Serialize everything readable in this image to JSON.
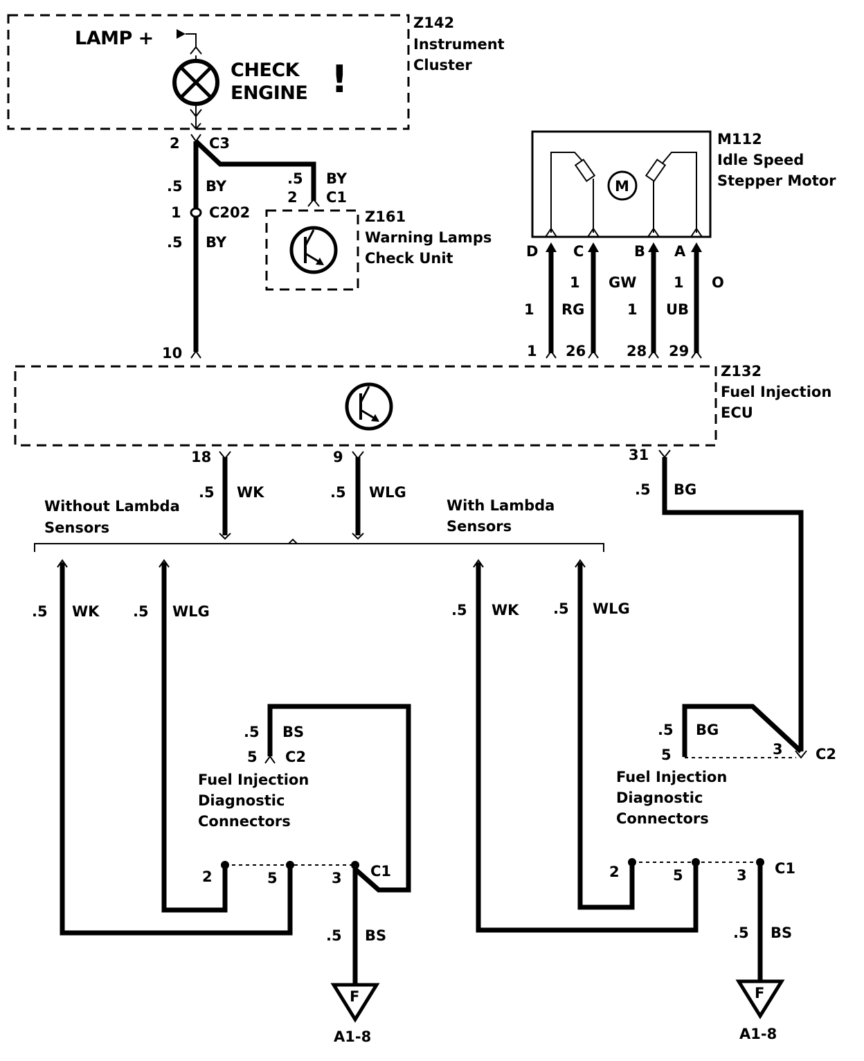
{
  "instrument_cluster": {
    "code": "Z142",
    "name_line1": "Instrument",
    "name_line2": "Cluster",
    "lamp_label": "LAMP +",
    "check_line1": "CHECK",
    "check_line2": "ENGINE",
    "warning_mark": "!",
    "connector": "C3",
    "pin": "2"
  },
  "splice_wire": {
    "gauge_top": ".5",
    "color_top": "BY",
    "pin": "1",
    "connector": "C202",
    "gauge_bottom": ".5",
    "color_bottom": "BY"
  },
  "warning_lamps_unit": {
    "code": "Z161",
    "name_line1": "Warning Lamps",
    "name_line2": "Check Unit",
    "gauge": ".5",
    "color": "BY",
    "pin": "2",
    "connector": "C1"
  },
  "stepper_motor": {
    "code": "M112",
    "name_line1": "Idle Speed",
    "name_line2": "Stepper Motor",
    "motor_symbol": "M",
    "terminals": [
      "D",
      "C",
      "B",
      "A"
    ],
    "wire_d": {
      "gauge": "1",
      "color": "RG"
    },
    "wire_c": {
      "gauge": "1",
      "color": "GW"
    },
    "wire_b": {
      "gauge": "1",
      "color": "UB"
    },
    "wire_a": {
      "gauge": "1",
      "color": "O"
    }
  },
  "ecu": {
    "code": "Z132",
    "name_line1": "Fuel Injection",
    "name_line2": "ECU",
    "pins_top": [
      "10",
      "1",
      "26",
      "28",
      "29"
    ],
    "pin_18": "18",
    "pin_9": "9",
    "pin_31": "31",
    "wire_18": {
      "gauge": ".5",
      "color": "WK"
    },
    "wire_9": {
      "gauge": ".5",
      "color": "WLG"
    },
    "wire_31": {
      "gauge": ".5",
      "color": "BG"
    }
  },
  "without_lambda": {
    "label_line1": "Without Lambda",
    "label_line2": "Sensors",
    "wire_wk": {
      "gauge": ".5",
      "color": "WK"
    },
    "wire_wlg": {
      "gauge": ".5",
      "color": "WLG"
    },
    "wire_bs": {
      "gauge": ".5",
      "color": "BS"
    },
    "c2_pin": "5",
    "c2_label": "C2",
    "connectors_line1": "Fuel Injection",
    "connectors_line2": "Diagnostic",
    "connectors_line3": "Connectors",
    "c1_pins": [
      "2",
      "5",
      "3"
    ],
    "c1_label": "C1",
    "ground_wire": {
      "gauge": ".5",
      "color": "BS"
    },
    "ground_letter": "F",
    "ground_ref": "A1-8"
  },
  "with_lambda": {
    "label_line1": "With Lambda",
    "label_line2": "Sensors",
    "wire_wk": {
      "gauge": ".5",
      "color": "WK"
    },
    "wire_wlg": {
      "gauge": ".5",
      "color": "WLG"
    },
    "wire_bg": {
      "gauge": ".5",
      "color": "BG"
    },
    "c2_pin_left": "5",
    "c2_pin_right": "3",
    "c2_label": "C2",
    "connectors_line1": "Fuel Injection",
    "connectors_line2": "Diagnostic",
    "connectors_line3": "Connectors",
    "c1_pins": [
      "2",
      "5",
      "3"
    ],
    "c1_label": "C1",
    "ground_wire": {
      "gauge": ".5",
      "color": "BS"
    },
    "ground_letter": "F",
    "ground_ref": "A1-8"
  }
}
